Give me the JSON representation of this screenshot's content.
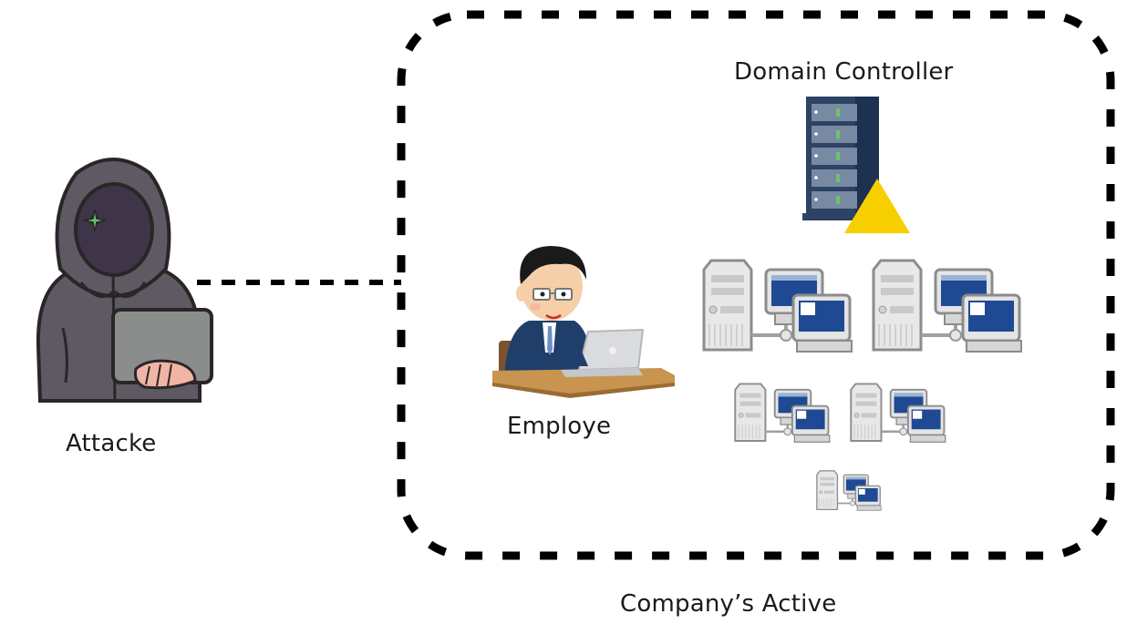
{
  "diagram": {
    "title_partial": "",
    "attacker": {
      "label": "Attacke",
      "icon": "hooded-hacker-with-laptop"
    },
    "employee": {
      "label": "Employe",
      "icon": "office-worker-at-laptop"
    },
    "domain_controller": {
      "label": "Domain Controller",
      "icon": "server-rack-with-warning-triangle"
    },
    "company_boundary": {
      "label": "Company’s Active",
      "style": "dashed-rounded-rectangle"
    },
    "network_clusters": [
      {
        "icon": "workstation-network",
        "size": "large"
      },
      {
        "icon": "workstation-network",
        "size": "large"
      },
      {
        "icon": "workstation-network",
        "size": "medium"
      },
      {
        "icon": "workstation-network",
        "size": "medium"
      },
      {
        "icon": "workstation-network",
        "size": "small"
      }
    ],
    "connection": {
      "from": "attacker",
      "to": "company_boundary",
      "style": "dashed"
    },
    "colors": {
      "line": "#000000",
      "hoodie": "#5e5a63",
      "face": "#3e3548",
      "eye": "#5ec26a",
      "laptop_gray": "#8a8d8c",
      "server_navy": "#2c4363",
      "warning_yellow": "#f7cf00",
      "screen_blue": "#1f4a93",
      "desk": "#c8944f",
      "suit": "#1f3f6a"
    }
  }
}
